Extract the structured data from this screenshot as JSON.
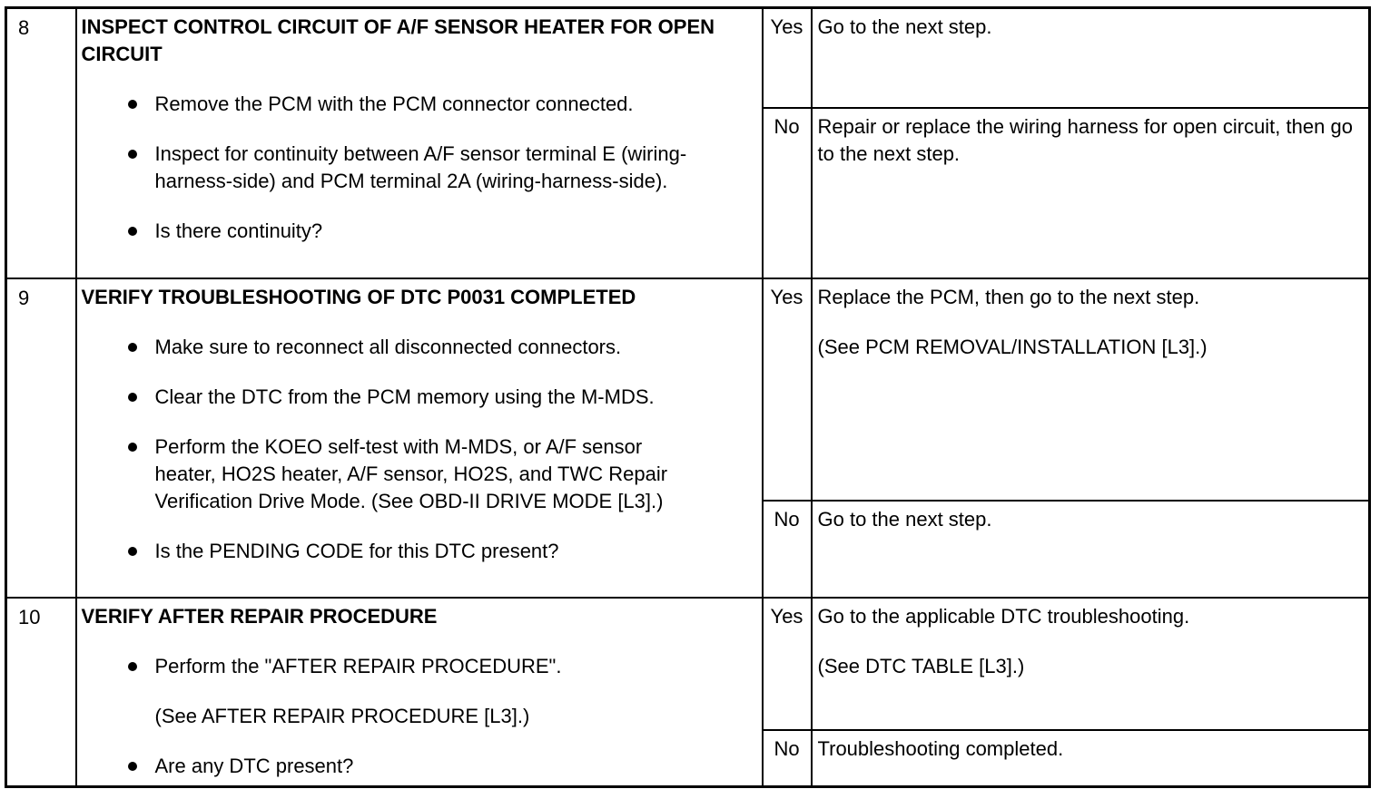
{
  "page": {
    "background_color": "#ffffff",
    "line_color": "#000000",
    "description": "Service manual DTC troubleshooting table, steps 8-10"
  },
  "table": {
    "rows": [
      {
        "step": "8",
        "action": {
          "title": "INSPECT CONTROL CIRCUIT OF A/F SENSOR HEATER FOR OPEN CIRCUIT",
          "items": [
            {
              "bullet": true,
              "text": "Remove the PCM with the PCM connector connected."
            },
            {
              "bullet": true,
              "text": "Inspect for continuity between A/F sensor terminal E (wiring-harness-side) and PCM terminal 2A (wiring-harness-side)."
            },
            {
              "bullet": true,
              "text": "Is there continuity?"
            }
          ]
        },
        "yes": {
          "label": "Yes",
          "result": [
            "Go to the next step."
          ]
        },
        "no": {
          "label": "No",
          "result": [
            "Repair or replace the wiring harness for open circuit, then go to the next step."
          ]
        }
      },
      {
        "step": "9",
        "action": {
          "title": "VERIFY TROUBLESHOOTING OF DTC P0031 COMPLETED",
          "items": [
            {
              "bullet": true,
              "text": "Make sure to reconnect all disconnected connectors."
            },
            {
              "bullet": true,
              "text": "Clear the DTC from the PCM memory using the M-MDS."
            },
            {
              "bullet": true,
              "text": "Perform the KOEO self-test with M-MDS, or A/F sensor heater, HO2S heater, A/F sensor, HO2S, and TWC Repair Verification Drive Mode. (See OBD-II DRIVE MODE [L3].)"
            },
            {
              "bullet": true,
              "text": "Is the PENDING CODE for this DTC present?"
            }
          ]
        },
        "yes": {
          "label": "Yes",
          "result": [
            "Replace the PCM, then go to the next step.",
            "(See PCM REMOVAL/INSTALLATION [L3].)"
          ]
        },
        "no": {
          "label": "No",
          "result": [
            "Go to the next step."
          ]
        }
      },
      {
        "step": "10",
        "action": {
          "title": "VERIFY AFTER REPAIR PROCEDURE",
          "items": [
            {
              "bullet": true,
              "text": "Perform the \"AFTER REPAIR PROCEDURE\"."
            },
            {
              "bullet": false,
              "text": "(See AFTER REPAIR PROCEDURE [L3].)"
            },
            {
              "bullet": true,
              "text": "Are any DTC present?"
            }
          ]
        },
        "yes": {
          "label": "Yes",
          "result": [
            "Go to the applicable DTC troubleshooting.",
            "(See DTC TABLE [L3].)"
          ]
        },
        "no": {
          "label": "No",
          "result": [
            "Troubleshooting completed."
          ]
        }
      }
    ]
  }
}
